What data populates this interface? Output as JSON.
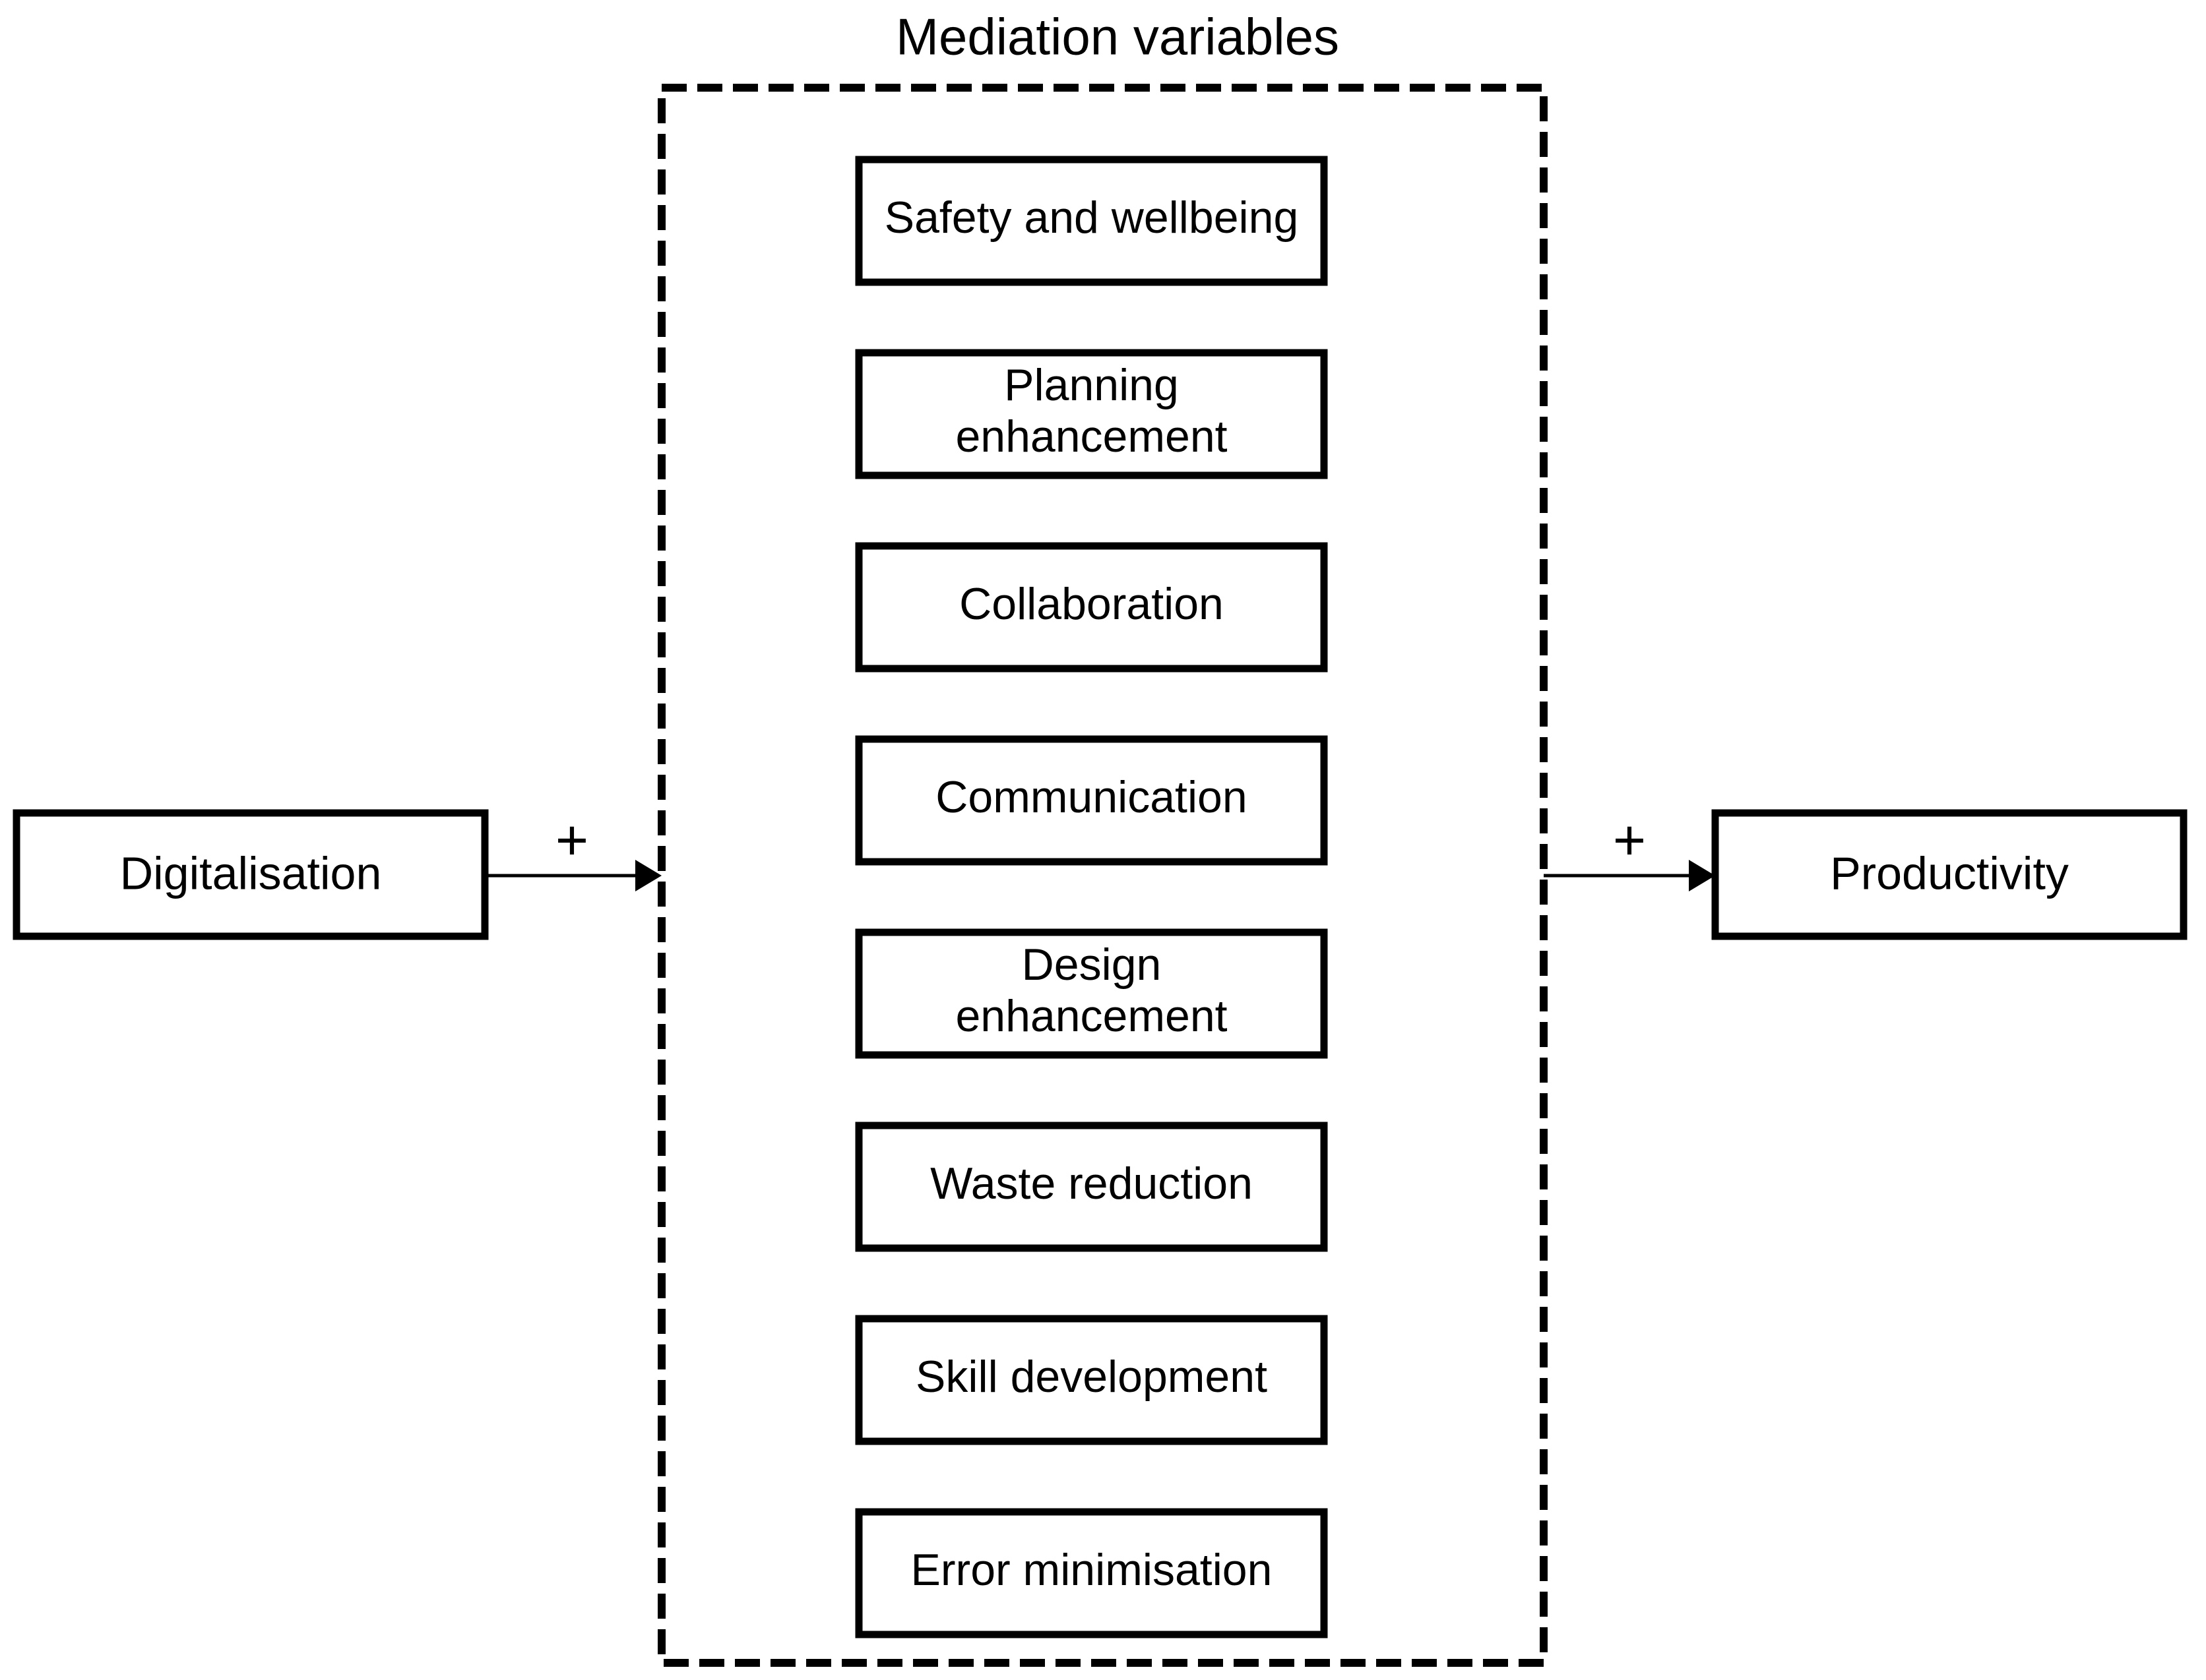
{
  "diagram": {
    "title": "Mediation variables",
    "background_color": "#ffffff",
    "line_color": "#000000",
    "source": {
      "label": "Digitalisation"
    },
    "outcome": {
      "label": "Productivity"
    },
    "relationships": [
      {
        "name": "digitalisation-to-mediators",
        "sign": "+"
      },
      {
        "name": "mediators-to-productivity",
        "sign": "+"
      }
    ],
    "mediators": [
      {
        "label": "Safety and wellbeing",
        "lines": [
          "Safety  and wellbeing"
        ]
      },
      {
        "label": "Planning enhancement",
        "lines": [
          "Planning",
          "enhancement"
        ]
      },
      {
        "label": "Collaboration",
        "lines": [
          "Collaboration"
        ]
      },
      {
        "label": "Communication",
        "lines": [
          "Communication"
        ]
      },
      {
        "label": "Design enhancement",
        "lines": [
          "Design",
          "enhancement"
        ]
      },
      {
        "label": "Waste reduction",
        "lines": [
          "Waste reduction"
        ]
      },
      {
        "label": "Skill development",
        "lines": [
          "Skill development"
        ]
      },
      {
        "label": "Error minimisation",
        "lines": [
          "Error minimisation"
        ]
      }
    ]
  }
}
